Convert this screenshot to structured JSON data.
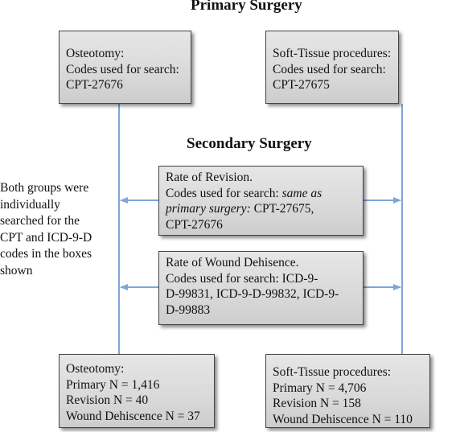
{
  "primary_heading": "Primary Surgery",
  "secondary_heading": "Secondary Surgery",
  "primary_boxes": {
    "left": {
      "lines": [
        "Osteotomy:",
        "Codes used for search:",
        "CPT-27676"
      ]
    },
    "right": {
      "lines": [
        "Soft-Tissue procedures:",
        "Codes used for search:",
        "CPT-27675"
      ]
    }
  },
  "secondary_boxes": {
    "revision": {
      "line1": "Rate of Revision.",
      "line2_prefix": "Codes used for search: ",
      "line2_italic": "same as",
      "line3_italic": "primary surgery:",
      "line3_rest": " CPT-27675,",
      "line4": "CPT-27676"
    },
    "dehiscence": {
      "lines": [
        "Rate of Wound Dehisence.",
        "Codes used for search: ICD-9-",
        "D-99831, ICD-9-D-99832, ICD-9-",
        "D-99883"
      ]
    }
  },
  "side_note": {
    "lines": [
      "Both groups were",
      "individually",
      "searched for the",
      "CPT and ICD-9-D",
      "codes in the boxes",
      "shown"
    ]
  },
  "result_boxes": {
    "left": {
      "lines": [
        "Osteotomy:",
        "Primary N = 1,416",
        "Revision N = 40",
        "Wound Dehiscence N = 37"
      ]
    },
    "right": {
      "lines": [
        "Soft-Tissue procedures:",
        "Primary N = 4,706",
        "Revision N = 158",
        "Wound Dehiscence N = 110"
      ]
    }
  },
  "colors": {
    "connector": "#7fa6d6",
    "box_fill": "#d9d9d9",
    "box_border": "#444444"
  }
}
